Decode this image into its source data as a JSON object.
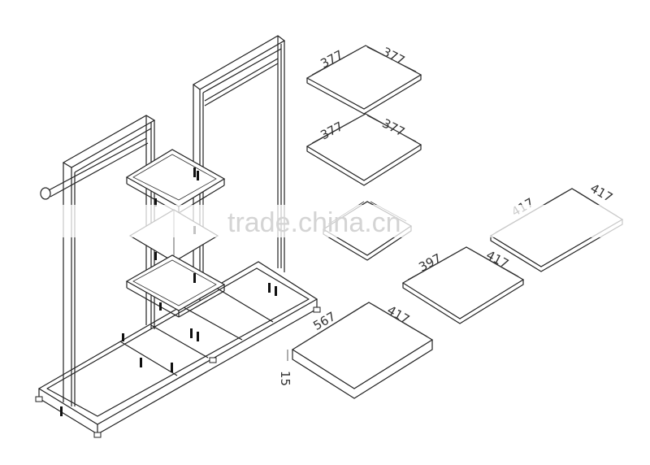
{
  "watermark": {
    "text": "trade.china.cn",
    "color": "#d0d0d0"
  },
  "shelves": [
    {
      "id": "shelf-1",
      "dims": [
        "377",
        "377"
      ]
    },
    {
      "id": "shelf-2",
      "dims": [
        "377",
        "377"
      ]
    },
    {
      "id": "shelf-3",
      "dims": [
        "",
        ""
      ]
    },
    {
      "id": "shelf-4",
      "dims": [
        "397",
        "417"
      ]
    },
    {
      "id": "shelf-5",
      "dims": [
        "567",
        "417"
      ]
    },
    {
      "id": "shelf-6",
      "dims": [
        "417",
        "417"
      ]
    }
  ],
  "thickness_label": "15",
  "colors": {
    "line": "#222222",
    "background": "#ffffff"
  }
}
